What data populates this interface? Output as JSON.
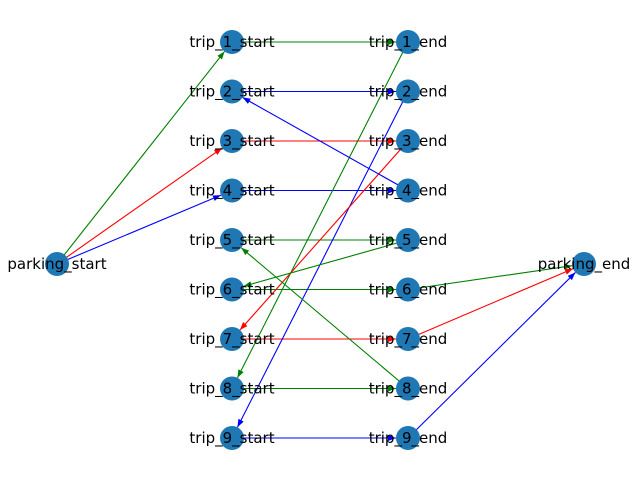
{
  "colors": {
    "node": "#1f77b4",
    "green": "#008000",
    "blue": "#0000ff",
    "red": "#ff0000"
  },
  "nodes": [
    {
      "id": "parking_start",
      "label": "parking_start"
    },
    {
      "id": "trip_1_start",
      "label": "trip_1_start"
    },
    {
      "id": "trip_2_start",
      "label": "trip_2_start"
    },
    {
      "id": "trip_3_start",
      "label": "trip_3_start"
    },
    {
      "id": "trip_4_start",
      "label": "trip_4_start"
    },
    {
      "id": "trip_5_start",
      "label": "trip_5_start"
    },
    {
      "id": "trip_6_start",
      "label": "trip_6_start"
    },
    {
      "id": "trip_7_start",
      "label": "trip_7_start"
    },
    {
      "id": "trip_8_start",
      "label": "trip_8_start"
    },
    {
      "id": "trip_9_start",
      "label": "trip_9_start"
    },
    {
      "id": "trip_1_end",
      "label": "trip_1_end"
    },
    {
      "id": "trip_2_end",
      "label": "trip_2_end"
    },
    {
      "id": "trip_3_end",
      "label": "trip_3_end"
    },
    {
      "id": "trip_4_end",
      "label": "trip_4_end"
    },
    {
      "id": "trip_5_end",
      "label": "trip_5_end"
    },
    {
      "id": "trip_6_end",
      "label": "trip_6_end"
    },
    {
      "id": "trip_7_end",
      "label": "trip_7_end"
    },
    {
      "id": "trip_8_end",
      "label": "trip_8_end"
    },
    {
      "id": "trip_9_end",
      "label": "trip_9_end"
    },
    {
      "id": "parking_end",
      "label": "parking_end"
    }
  ],
  "edges": [
    {
      "from": "parking_start",
      "to": "trip_1_start",
      "color": "green"
    },
    {
      "from": "parking_start",
      "to": "trip_3_start",
      "color": "red"
    },
    {
      "from": "parking_start",
      "to": "trip_4_start",
      "color": "blue"
    },
    {
      "from": "trip_1_start",
      "to": "trip_1_end",
      "color": "green"
    },
    {
      "from": "trip_2_start",
      "to": "trip_2_end",
      "color": "blue"
    },
    {
      "from": "trip_3_start",
      "to": "trip_3_end",
      "color": "red"
    },
    {
      "from": "trip_4_start",
      "to": "trip_4_end",
      "color": "blue"
    },
    {
      "from": "trip_5_start",
      "to": "trip_5_end",
      "color": "green"
    },
    {
      "from": "trip_6_start",
      "to": "trip_6_end",
      "color": "green"
    },
    {
      "from": "trip_7_start",
      "to": "trip_7_end",
      "color": "red"
    },
    {
      "from": "trip_8_start",
      "to": "trip_8_end",
      "color": "green"
    },
    {
      "from": "trip_9_start",
      "to": "trip_9_end",
      "color": "blue"
    },
    {
      "from": "trip_1_end",
      "to": "trip_8_start",
      "color": "green"
    },
    {
      "from": "trip_2_end",
      "to": "trip_9_start",
      "color": "blue"
    },
    {
      "from": "trip_3_end",
      "to": "trip_7_start",
      "color": "red"
    },
    {
      "from": "trip_4_end",
      "to": "trip_2_start",
      "color": "blue"
    },
    {
      "from": "trip_5_end",
      "to": "trip_6_start",
      "color": "green"
    },
    {
      "from": "trip_8_end",
      "to": "trip_5_start",
      "color": "green"
    },
    {
      "from": "trip_6_end",
      "to": "parking_end",
      "color": "green"
    },
    {
      "from": "trip_7_end",
      "to": "parking_end",
      "color": "red"
    },
    {
      "from": "trip_9_end",
      "to": "parking_end",
      "color": "blue"
    }
  ]
}
